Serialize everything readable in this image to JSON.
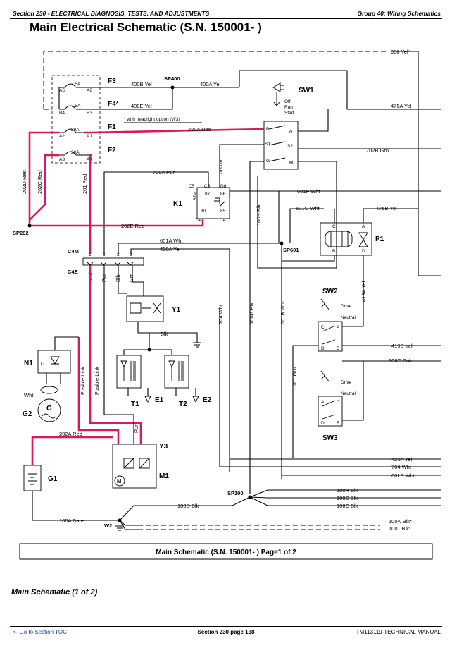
{
  "header": {
    "section": "Section 230 - ELECTRICAL DIAGNOSIS, TESTS, AND ADJUSTMENTS",
    "group": "Group 40: Wiring Schematics"
  },
  "title": "Main Electrical Schematic (S.N. 150001- )",
  "diagram": {
    "wires": {
      "w900": "900 Yel*",
      "w400b": "400B Yel",
      "w400a": "400A Yel",
      "w400e": "400E Yel",
      "w475a": "475A Yel",
      "w220a": "220A Red",
      "w702b": "702B Grn",
      "w700a": "700A Pur",
      "w703": "703 Grn",
      "w601f": "601F Wht",
      "w601g": "601G Wht",
      "w475b": "475B Yel",
      "w202e": "202E Red",
      "w202d": "202D Red",
      "w202c": "202C Red",
      "w201": "201 Red",
      "w601a": "601A Wht",
      "w420a": "420A Yel",
      "w100h": "100H Blk",
      "w704": "704 Wht",
      "w100g": "100G Blk",
      "w601b": "601B Wht",
      "w419a": "419A Yel",
      "w419b": "419B Yel",
      "w608c": "608C Pnk",
      "w701": "701 Grn",
      "w202a": "202A Red",
      "w420a2": "420A Yel",
      "w704b": "704 Wht",
      "w601b2": "601B Wht",
      "w100r": "100R Blk",
      "w100e": "100E Blk",
      "w100c": "100C Blk",
      "w100d": "100D Blk",
      "w100a": "100A Bare",
      "w100k": "100K Blk*",
      "w100l": "100L Blk*",
      "red": "Red",
      "pur": "Pur",
      "blk": "Blk",
      "grn": "Grn",
      "blk2": "Blk",
      "pur2": "Pur",
      "wht": "Wht",
      "fusible1": "Fusible Link",
      "fusible2": "Fusible Link"
    },
    "components": {
      "F3": "F3",
      "F4": "F4*",
      "F1": "F1",
      "F2": "F2",
      "f3_rating": "7.5A",
      "f4_rating": "7.5A",
      "f1_rating": "20A",
      "f2_rating": "20A",
      "A5": "A5",
      "A6": "A6",
      "B4": "B4",
      "B3": "B3",
      "A2": "A2",
      "A1": "A1",
      "A3": "A3",
      "A4": "A4",
      "headlight_note": "* with headlight option (W3)",
      "SW1": "SW1",
      "sw1_off": "Off",
      "sw1_run": "Run",
      "sw1_start": "Start",
      "sw1_B": "B",
      "sw1_A": "A",
      "sw1_S1": "S1",
      "sw1_S2": "S2",
      "sw1_G": "G",
      "sw1_M": "M",
      "SP400": "SP400",
      "SP202": "SP202",
      "SP601": "SP601",
      "SP100": "SP100",
      "K1": "K1",
      "k1_C5": "C5",
      "k1_C6": "C6",
      "k1_D6": "D6",
      "k1_87a": "87a",
      "k1_87": "87",
      "k1_86": "86",
      "k1_30": "30",
      "k1_85": "85",
      "k1_D4": "D4",
      "k1_C4": "C4",
      "C4M": "C4M",
      "C4E": "C4E",
      "c_1": "1",
      "c_6": "6",
      "c_2": "2",
      "c_3": "3",
      "P1": "P1",
      "p1_C": "C",
      "p1_A": "A",
      "p1_B": "B",
      "p1_D": "D",
      "Y1": "Y1",
      "SW2": "SW2",
      "SW3": "SW3",
      "sw2_drive": "Drive",
      "sw2_neutral": "Neutral",
      "sw3_drive": "Drive",
      "sw3_neutral": "Neutral",
      "sw2_C": "C",
      "sw2_A": "A",
      "sw2_D": "D",
      "sw2_B": "B",
      "sw3_A": "A",
      "sw3_C": "C",
      "sw3_D": "D",
      "sw3_B": "B",
      "N1": "N1",
      "n1_U": "U",
      "G2": "G2",
      "g2_G": "G",
      "T1": "T1",
      "T2": "T2",
      "E1": "E1",
      "E2": "E2",
      "Y3": "Y3",
      "M1": "M1",
      "m1_M": "M",
      "G1": "G1",
      "W2": "W2"
    }
  },
  "banner": "Main Schematic (S.N. 150001- ) Page1 of 2",
  "caption": "Main Schematic (1 of 2)",
  "footer": {
    "toc_link": "<- Go to Section TOC",
    "page": "Section 230 page 138",
    "manual": "TM113119-TECHNICAL MANUAL"
  }
}
